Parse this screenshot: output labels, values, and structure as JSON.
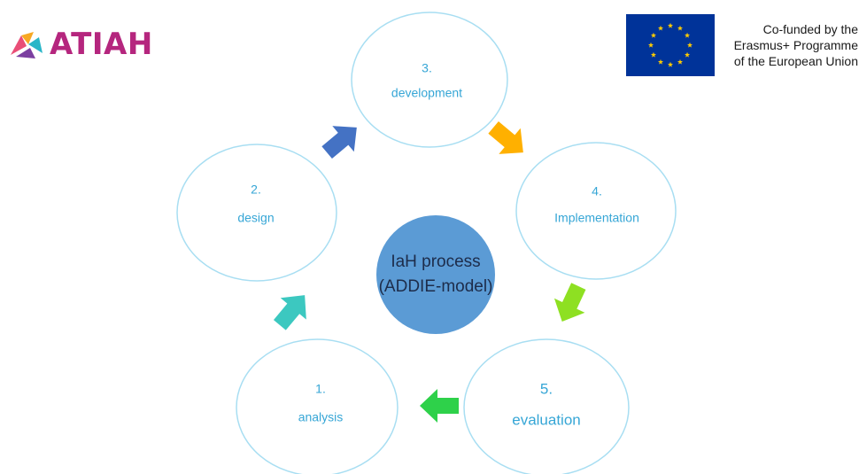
{
  "header": {
    "logo_text": "ATIAH",
    "logo_icon": "atiah-triangle-logo-icon",
    "eu_flag_icon": "eu-flag-icon",
    "eu_lines": [
      "Co-funded by the",
      "Erasmus+ Programme",
      "of the European Union"
    ]
  },
  "diagram": {
    "hub": {
      "line1": "IaH process",
      "line2": "(ADDIE-model)",
      "color": "#5b9bd5"
    },
    "nodes": [
      {
        "number": "1.",
        "label": "analysis"
      },
      {
        "number": "2.",
        "label": "design"
      },
      {
        "number": "3.",
        "label": "development"
      },
      {
        "number": "4.",
        "label": "Implementation"
      },
      {
        "number": "5.",
        "label": "evaluation"
      }
    ],
    "arrows": [
      {
        "from": "1.",
        "to": "2.",
        "color": "#3cc8c0"
      },
      {
        "from": "2.",
        "to": "3.",
        "color": "#4472c4"
      },
      {
        "from": "3.",
        "to": "4.",
        "color": "#ffb000"
      },
      {
        "from": "4.",
        "to": "5.",
        "color": "#8ee022"
      },
      {
        "from": "5.",
        "to": "1.",
        "color": "#2ed14a"
      }
    ],
    "node_outline_color": "#a8def2",
    "label_color": "#36a6d6"
  }
}
